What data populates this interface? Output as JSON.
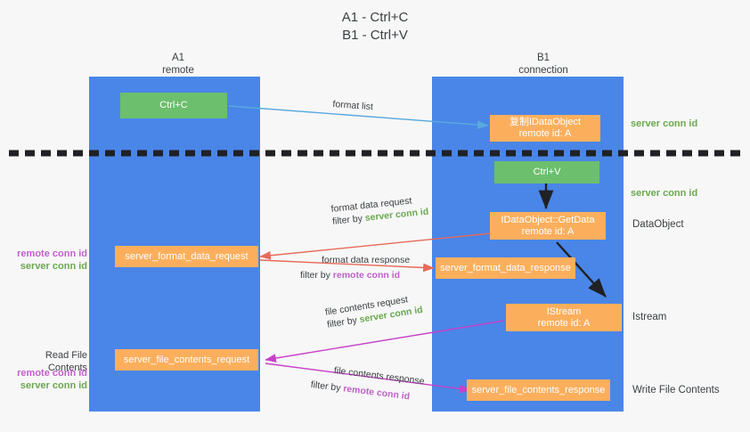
{
  "title": {
    "line1": "A1 - Ctrl+C",
    "line2": "B1 - Ctrl+V"
  },
  "lanes": [
    {
      "name": "A1",
      "sub": "remote"
    },
    {
      "name": "B1",
      "sub": "connection"
    }
  ],
  "boxes": {
    "ctrl_c": "Ctrl+C",
    "ctrl_v": "Ctrl+V",
    "copy_idataobject_l1": "复制IDataObject",
    "copy_idataobject_l2": "remote id: A",
    "getdata_l1": "IDataObject::GetData",
    "getdata_l2": "remote id: A",
    "istream_l1": "IStream",
    "istream_l2": "remote id: A",
    "server_format_data_request": "server_format_data_request",
    "server_format_data_response": "server_format_data_response",
    "server_file_contents_request": "server_file_contents_request",
    "server_file_contents_response": "server_file_contents_response"
  },
  "edge_labels": {
    "format_list": "format list",
    "format_data_request": "format data request",
    "format_data_request_filter_prefix": "filter by ",
    "format_data_request_filter_value": "server conn id",
    "format_data_response": "format data response",
    "format_data_response_filter_prefix": "filter by ",
    "format_data_response_filter_value": "remote conn id",
    "file_contents_request": "file contents request",
    "file_contents_request_filter_prefix": "filter by ",
    "file_contents_request_filter_value": "server conn id",
    "file_contents_response": "file contents response",
    "file_contents_response_filter_prefix": "filter by ",
    "file_contents_response_filter_value": "remote conn id"
  },
  "right_notes": {
    "server_conn_id_top": "server conn id",
    "server_conn_id_second": "server conn id",
    "dataobject": "DataObject",
    "istream": "Istream",
    "write_file_contents": "Write File Contents"
  },
  "left_notes": {
    "remote_conn_id_1": "remote conn id",
    "server_conn_id_1": "server conn id",
    "read_file_contents": "Read File Contents",
    "remote_conn_id_2": "remote conn id",
    "server_conn_id_2": "server conn id"
  },
  "colors": {
    "lane": "#4a86e8",
    "orange": "#fbaf5d",
    "green_box": "#6cbf6c",
    "green_text": "#6aa84f",
    "magenta_text": "#c061cb",
    "arrow_blue": "#5aa9dd",
    "arrow_red": "#e8695a",
    "arrow_magenta": "#c840c8",
    "arrow_black": "#202124",
    "background": "#f7f7f7"
  }
}
